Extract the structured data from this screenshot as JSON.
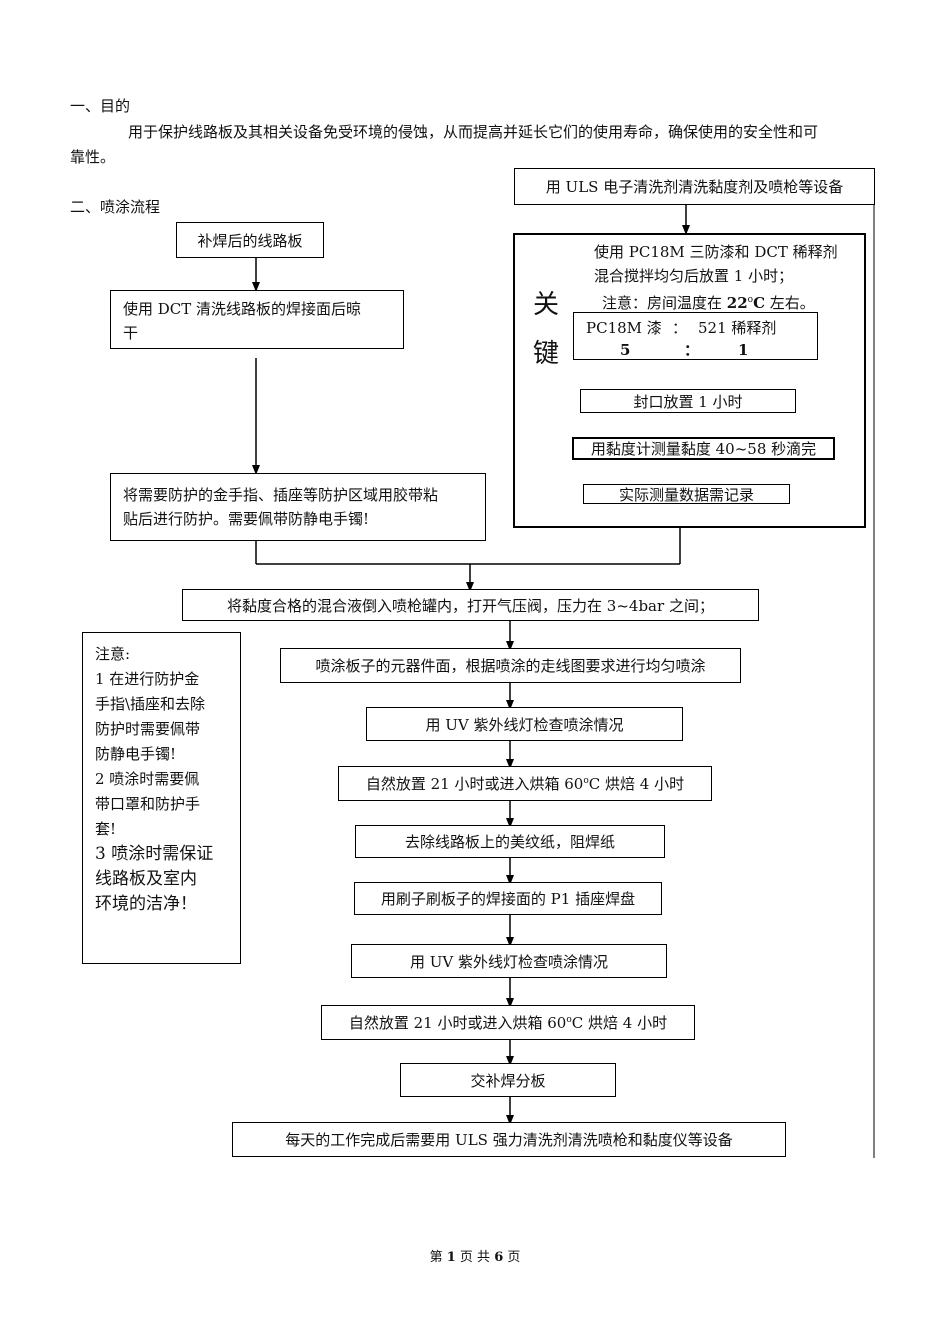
{
  "section1": {
    "heading": "一、目的",
    "body_line1": "用于保护线路板及其相关设备免受环境的侵蚀，从而提高并延长它们的使用寿命，确保使用的安全性和可",
    "body_line2": "靠性。"
  },
  "section2": {
    "heading": "二、喷涂流程"
  },
  "left_branch": {
    "step1": "补焊后的线路板",
    "step2_line1": "使用  DCT  清洗线路板的焊接面后晾",
    "step2_line2": "干",
    "step3_line1": "将需要防护的金手指、插座等防护区域用胶带粘",
    "step3_line2": "贴后进行防护。需要佩带防静电手镯!"
  },
  "right_branch": {
    "clean_tools": "用 ULS 电子清洗剂清洗黏度剂及喷枪等设备",
    "key_label_1": "关",
    "key_label_2": "键",
    "mix_line1": "使用 PC18M 三防漆和 DCT 稀释剂",
    "mix_line2": "混合搅拌均匀后放置 1 小时；",
    "mix_line3_prefix": "注意：房间温度在 ",
    "mix_line3_temp": "22",
    "mix_line3_sup": "o",
    "mix_line3_unit": "C",
    "mix_line3_suffix": " 左右。",
    "ratio_label_a": "PC18M 漆",
    "ratio_colon": "：",
    "ratio_label_b": "521 稀释剂",
    "ratio_value_a": "5",
    "ratio_colon_2": "：",
    "ratio_value_b": "1",
    "seal_box": "封口放置 1 小时",
    "viscosity_box": "用黏度计测量黏度 40~58 秒滴完",
    "record_box": "实际测量数据需记录"
  },
  "main_flow": {
    "pour": "将黏度合格的混合液倒入喷枪罐内，打开气压阀，压力在 3~4bar 之间；",
    "spray": "喷涂板子的元器件面，根据喷涂的走线图要求进行均匀喷涂",
    "uv_check_1": "用 UV 紫外线灯检查喷涂情况",
    "cure_1_prefix": "自然放置 21 小时或进入烘箱 60",
    "cure_1_sup": "o",
    "cure_1_suffix": "C 烘焙 4 小时",
    "remove_tape": "去除线路板上的美纹纸，阻焊纸",
    "brush": "用刷子刷板子的焊接面的 P1 插座焊盘",
    "uv_check_2": "用 UV 紫外线灯检查喷涂情况",
    "cure_2_prefix": "自然放置 21 小时或进入烘箱 60",
    "cure_2_sup": "o",
    "cure_2_suffix": "C 烘焙 4 小时",
    "handover": "交补焊分板",
    "daily_clean": "每天的工作完成后需要用 ULS 强力清洗剂清洗喷枪和黏度仪等设备"
  },
  "notes": {
    "title": "注意:",
    "lines": [
      "1 在进行防护金",
      "手指\\插座和去除",
      "防护时需要佩带",
      "防静电手镯!",
      "2 喷涂时需要佩",
      "带口罩和防护手",
      "套!",
      "3 喷涂时需保证",
      "线路板及室内",
      "环境的洁净！"
    ]
  },
  "footer": {
    "page_prefix": "第",
    "page_num": "1",
    "page_mid": "页  共",
    "page_total": "6",
    "page_suffix": "页"
  }
}
